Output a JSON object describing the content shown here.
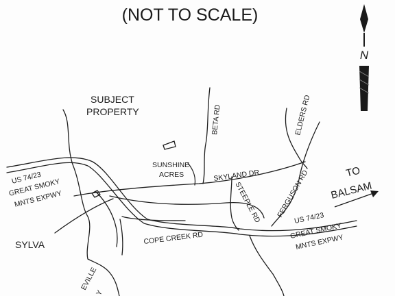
{
  "title": "(NOT TO SCALE)",
  "north_symbol": "N",
  "labels": {
    "subject_property_1": "SUBJECT",
    "subject_property_2": "PROPERTY",
    "sunshine_1": "SUNSHINE",
    "sunshine_2": "ACRES",
    "beta_rd": "BETA RD",
    "elders_rd": "ELDERS RD",
    "skyland_dr": "SKYLAND DR",
    "steeple_rd": "STEEPLE RD",
    "ferguson_rd": "FERGUSON RD",
    "cope_creek_rd": "COPE CREEK RD",
    "us74_west_1": "US 74/23",
    "us74_west_2": "GREAT SMOKY",
    "us74_west_3": "MNTS EXPWY",
    "us74_east_1": "US 74/23",
    "us74_east_2": "GREAT SMOKY",
    "us74_east_3": "MNTS EXPWY",
    "to_balsam_1": "TO",
    "to_balsam_2": "BALSAM",
    "sylva": "SYLVA",
    "cut_off_1": "EVILLE",
    "cut_off_2": "Y"
  },
  "icons": {
    "north_arrow": "north-arrow-icon",
    "subject_parcel": "parcel-marker-icon"
  }
}
